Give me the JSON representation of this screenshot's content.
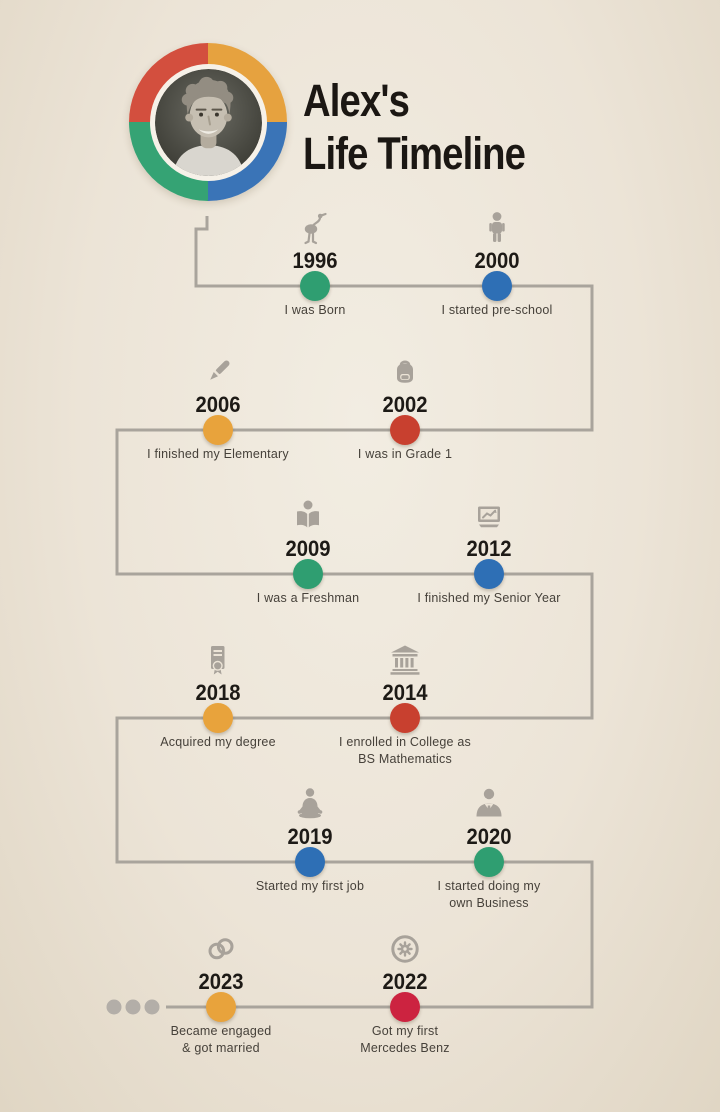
{
  "header": {
    "title_line1": "Alex's",
    "title_line2": "Life Timeline",
    "ring_colors": {
      "red": "#d34f3e",
      "orange": "#e6a23f",
      "blue": "#3a74b7",
      "green": "#35a374"
    }
  },
  "timeline": {
    "line_color": "#a9a49c",
    "ellipsis_color": "#b3aea8",
    "milestones": [
      {
        "year": "1996",
        "caption": "I was Born",
        "icon": "stork-icon",
        "dot_color": "#2f9e71"
      },
      {
        "year": "2000",
        "caption": "I started pre-school",
        "icon": "toddler-icon",
        "dot_color": "#2e6fb5"
      },
      {
        "year": "2006",
        "caption": "I finished my Elementary",
        "icon": "pencil-icon",
        "dot_color": "#e8a33c"
      },
      {
        "year": "2002",
        "caption": "I was in Grade 1",
        "icon": "backpack-icon",
        "dot_color": "#c8402f"
      },
      {
        "year": "2009",
        "caption": "I was a Freshman",
        "icon": "reading-icon",
        "dot_color": "#2f9e71"
      },
      {
        "year": "2012",
        "caption": "I finished my Senior Year",
        "icon": "chart-icon",
        "dot_color": "#2e6fb5"
      },
      {
        "year": "2018",
        "caption": "Acquired my degree",
        "icon": "diploma-icon",
        "dot_color": "#e8a33c"
      },
      {
        "year": "2014",
        "caption": "I enrolled in College as\nBS Mathematics",
        "icon": "college-icon",
        "dot_color": "#c8402f"
      },
      {
        "year": "2019",
        "caption": "Started my first job",
        "icon": "meditation-icon",
        "dot_color": "#2e6fb5"
      },
      {
        "year": "2020",
        "caption": "I started doing my\nown Business",
        "icon": "businessman-icon",
        "dot_color": "#2f9e71"
      },
      {
        "year": "2023",
        "caption": "Became engaged\n& got married",
        "icon": "rings-icon",
        "dot_color": "#e8a33c"
      },
      {
        "year": "2022",
        "caption": "Got my first\nMercedes Benz",
        "icon": "mercedes-icon",
        "dot_color": "#cc2340"
      }
    ]
  }
}
